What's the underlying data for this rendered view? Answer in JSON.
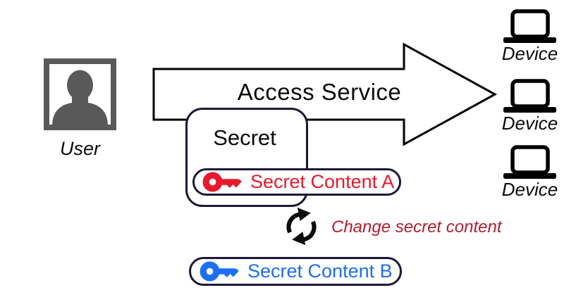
{
  "user": {
    "label": "User"
  },
  "arrow": {
    "label": "Access Service"
  },
  "secret": {
    "title": "Secret",
    "content_a": "Secret Content A",
    "content_b": "Secret Content B"
  },
  "change": {
    "label": "Change secret content"
  },
  "devices": {
    "labels": [
      "Device",
      "Device",
      "Device"
    ]
  },
  "icons": {
    "user": "user-icon",
    "laptop": "laptop-icon",
    "key_a": "key-icon",
    "key_b": "key-icon",
    "cycle": "cycle-arrows-icon"
  },
  "colors": {
    "red": "#E8192C",
    "dark-red": "#B01E2C",
    "blue": "#1D6FF2",
    "navy": "#1E1838",
    "gray": "#595959",
    "ink": "#0B0B0B"
  }
}
